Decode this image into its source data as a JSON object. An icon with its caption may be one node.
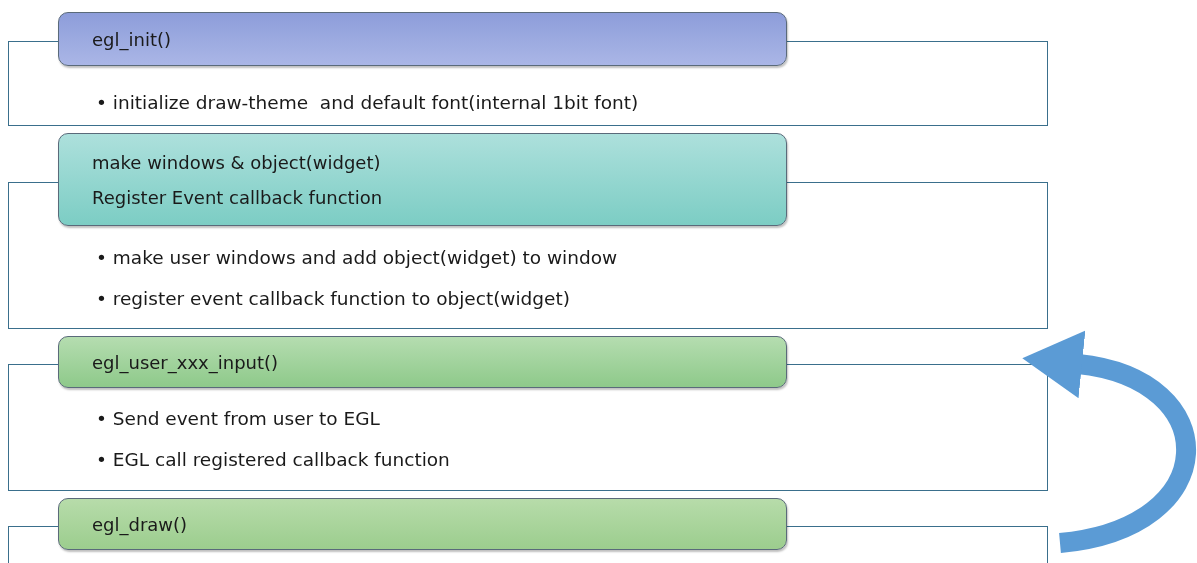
{
  "diagram": {
    "nodes": [
      {
        "text": [
          "egl_init()",
          "• initialize draw-theme  and default font(internal 1bit font)"
        ]
      },
      {
        "text": [
          "make windows & object(widget)",
          "Register Event callback function",
          "• make user windows and add object(widget) to window",
          "• register event callback function to object(widget)"
        ]
      },
      {
        "text": [
          "egl_user_xxx_input()",
          "• Send event from user to EGL",
          "• EGL call registered callback function"
        ]
      },
      {
        "text": [
          "egl_draw()"
        ]
      }
    ],
    "edges": [
      {
        "from": 3,
        "to": 2,
        "arrow": "to",
        "color": "#5b9bd5"
      }
    ]
  }
}
